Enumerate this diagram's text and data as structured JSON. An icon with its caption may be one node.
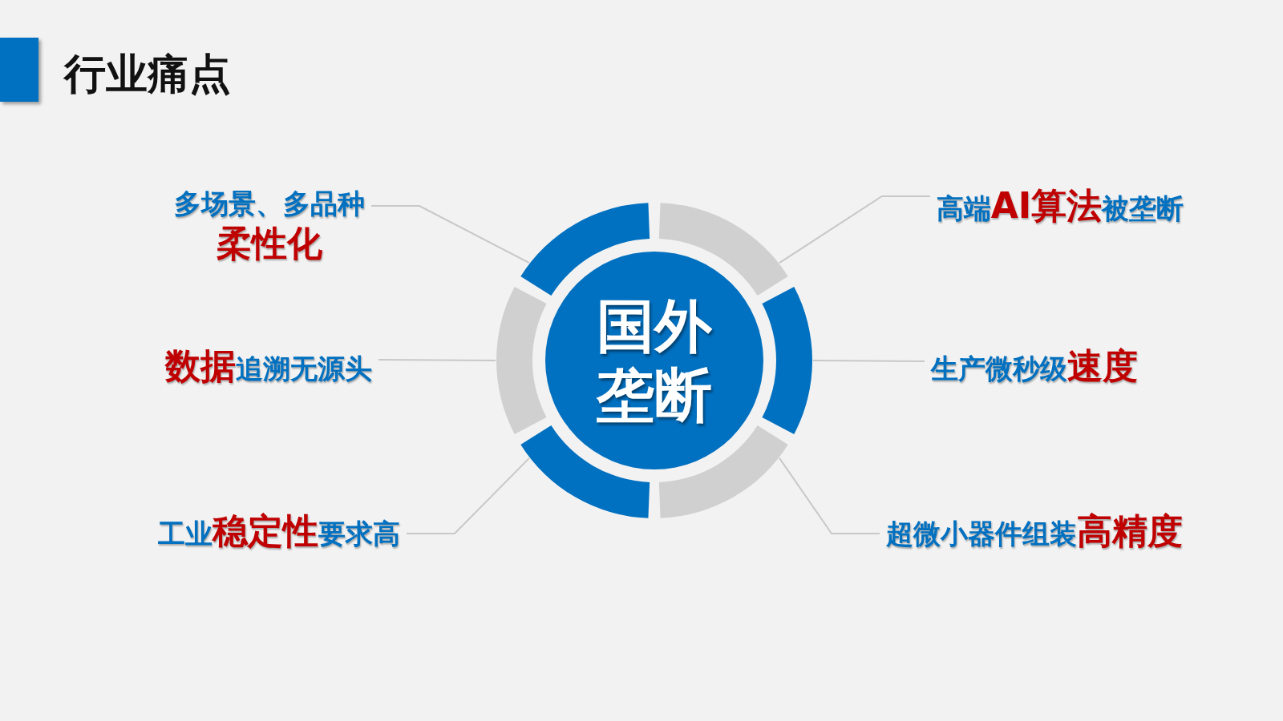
{
  "diagram": {
    "title": "行业痛点",
    "nodes": [
      {
        "text": [
          "国外垄断"
        ]
      },
      {
        "text": [],
        "shape": "arc"
      },
      {
        "text": [],
        "shape": "arc"
      },
      {
        "text": [],
        "shape": "arc"
      },
      {
        "text": [],
        "shape": "arc"
      },
      {
        "text": [],
        "shape": "arc"
      },
      {
        "text": [],
        "shape": "arc"
      },
      {
        "text": [
          "多场景、多品种**柔性化**"
        ]
      },
      {
        "text": [
          "高端**AI算法**被垄断"
        ]
      },
      {
        "text": [
          "**数据**追溯无源头"
        ]
      },
      {
        "text": [
          "生产微秒级**速度**"
        ]
      },
      {
        "text": [
          "工业**稳定性**要求高"
        ]
      },
      {
        "text": [
          "超微小器件组装**高精度**"
        ]
      }
    ],
    "edges": [
      {
        "from": 7,
        "to": 1,
        "arrow": "none"
      },
      {
        "from": 8,
        "to": 2,
        "arrow": "none"
      },
      {
        "from": 9,
        "to": 3,
        "arrow": "none"
      },
      {
        "from": 10,
        "to": 4,
        "arrow": "none"
      },
      {
        "from": 11,
        "to": 5,
        "arrow": "none"
      },
      {
        "from": 12,
        "to": 6,
        "arrow": "none"
      }
    ]
  }
}
